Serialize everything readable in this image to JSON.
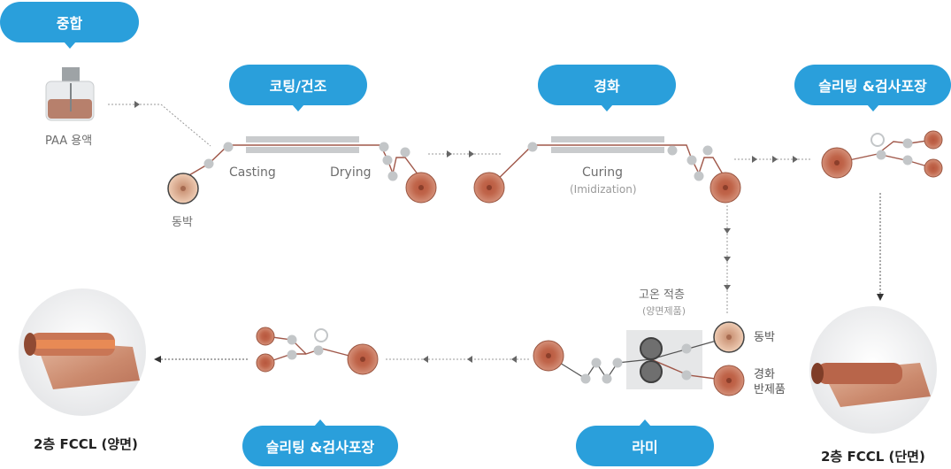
{
  "steps": {
    "mixing": "중합",
    "coating": "코팅/건조",
    "curing": "경화",
    "slitting_top": "슬리팅 &검사포장",
    "slitting_bottom": "슬리팅 &검사포장",
    "lamination": "라미"
  },
  "labels": {
    "paa": "PAA 용액",
    "copper_foil": "동박",
    "casting": "Casting",
    "drying": "Drying",
    "curing": "Curing",
    "imidization": "(Imidization)",
    "high_temp": "고온 적층",
    "double_side_product": "(양면제품)",
    "copper_foil_2": "동박",
    "cured_semi_line1": "경화",
    "cured_semi_line2": "반제품"
  },
  "products": {
    "double_sided": "2층 FCCL (양면)",
    "single_sided": "2층 FCCL (단면)"
  },
  "colors": {
    "accent": "#2a9fdb",
    "copper": "#c8704f",
    "roller": "#c3c6c8",
    "line": "#a0584a"
  }
}
